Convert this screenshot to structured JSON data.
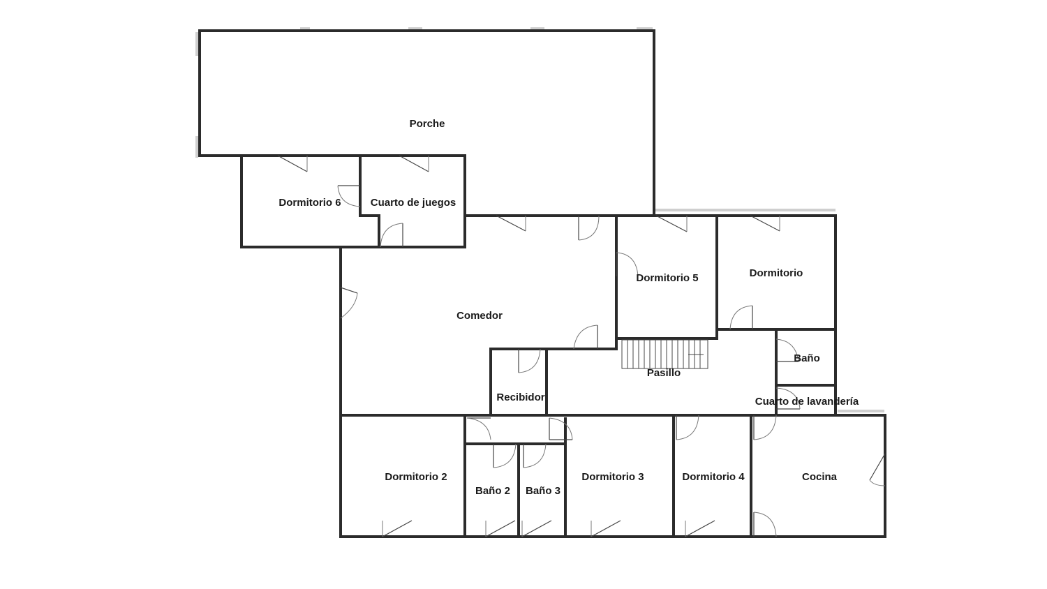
{
  "floor_plan": {
    "rooms": [
      {
        "key": "porche",
        "label": "Porche"
      },
      {
        "key": "dormitorio_6",
        "label": "Dormitorio 6"
      },
      {
        "key": "cuarto_de_juegos",
        "label": "Cuarto de juegos"
      },
      {
        "key": "comedor",
        "label": "Comedor"
      },
      {
        "key": "dormitorio_5",
        "label": "Dormitorio 5"
      },
      {
        "key": "dormitorio",
        "label": "Dormitorio"
      },
      {
        "key": "bano",
        "label": "Baño"
      },
      {
        "key": "pasillo",
        "label": "Pasillo"
      },
      {
        "key": "cuarto_de_lavanderia",
        "label": "Cuarto de lavandería"
      },
      {
        "key": "recibidor",
        "label": "Recibidor"
      },
      {
        "key": "dormitorio_2",
        "label": "Dormitorio 2"
      },
      {
        "key": "bano_2",
        "label": "Baño 2"
      },
      {
        "key": "bano_3",
        "label": "Baño 3"
      },
      {
        "key": "dormitorio_3",
        "label": "Dormitorio 3"
      },
      {
        "key": "dormitorio_4",
        "label": "Dormitorio 4"
      },
      {
        "key": "cocina",
        "label": "Cocina"
      }
    ]
  }
}
